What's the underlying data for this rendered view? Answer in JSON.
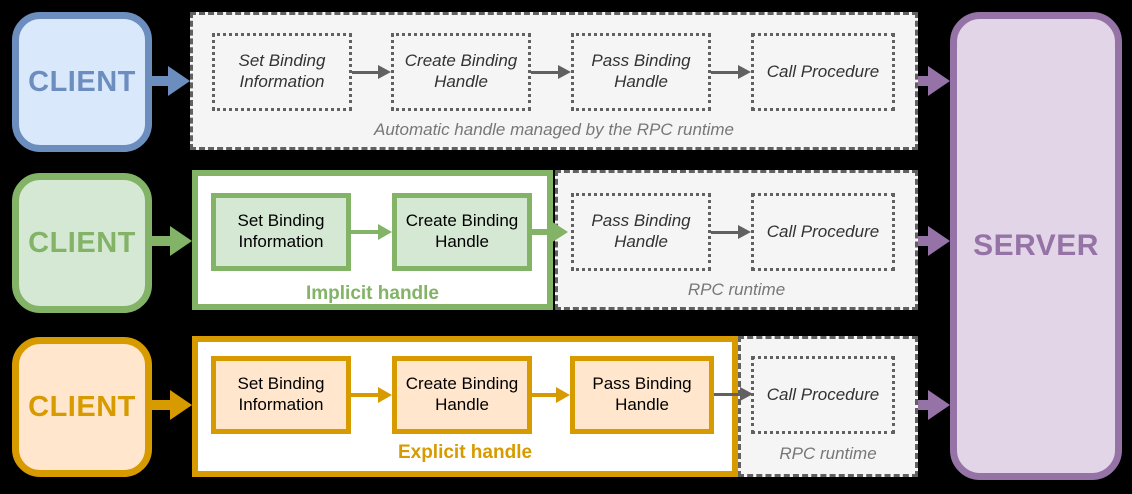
{
  "colors": {
    "bg": "#000000",
    "blue_fill": "#DAE8FC",
    "blue_border": "#6C8EBF",
    "green_fill": "#D5E8D4",
    "green_border": "#82B366",
    "orange_fill": "#FFE6CC",
    "orange_border": "#D79B00",
    "purple_fill": "#E1D5E7",
    "purple_border": "#9673A6",
    "gray_fill": "#F5F5F5",
    "gray_border": "#616161",
    "caption_gray": "#777777"
  },
  "server": {
    "label": "SERVER"
  },
  "rows": [
    {
      "client": "CLIENT",
      "handle": "automatic",
      "caption": "Automatic handle managed by the RPC runtime",
      "runtime_steps": [
        "Set Binding Information",
        "Create Binding Handle",
        "Pass Binding Handle",
        "Call Procedure"
      ]
    },
    {
      "client": "CLIENT",
      "handle": "implicit",
      "handle_caption": "Implicit handle",
      "client_steps": [
        "Set Binding Information",
        "Create Binding Handle"
      ],
      "runtime_caption": "RPC runtime",
      "runtime_steps": [
        "Pass Binding Handle",
        "Call Procedure"
      ]
    },
    {
      "client": "CLIENT",
      "handle": "explicit",
      "handle_caption": "Explicit handle",
      "client_steps": [
        "Set Binding Information",
        "Create Binding Handle",
        "Pass Binding Handle"
      ],
      "runtime_caption": "RPC runtime",
      "runtime_steps": [
        "Call Procedure"
      ]
    }
  ]
}
